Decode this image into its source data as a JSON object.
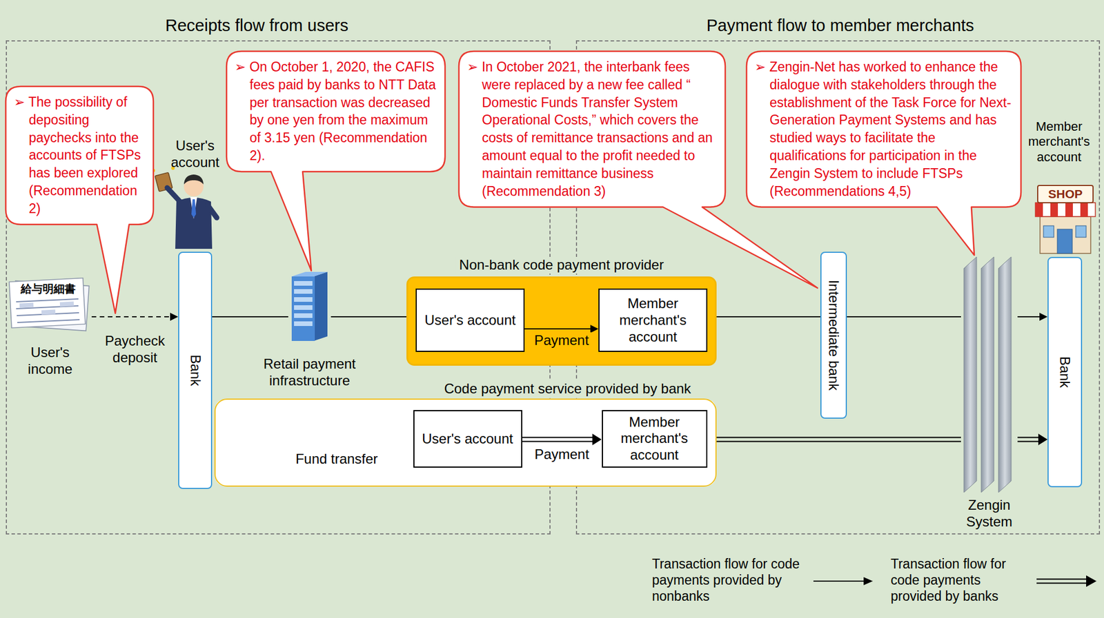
{
  "diagram": {
    "nodes": [
      {
        "text": [
          "Receipts flow from users"
        ]
      },
      {
        "text": [
          "Payment flow to member merchants"
        ]
      },
      {
        "text": [
          "➢ The possibility of depositing paychecks into the accounts of FTSPs has been explored (Recommendation 2)"
        ]
      },
      {
        "text": [
          "➢ On October 1, 2020, the CAFIS fees paid by banks to NTT Data per transaction was decreased by one yen from the maximum of 3.15 yen (Recommendation 2)."
        ]
      },
      {
        "text": [
          "➢ In October 2021, the interbank fees were replaced by a new fee called “ Domestic Funds Transfer System Operational Costs,” which covers the costs of remittance transactions and an amount equal to the profit needed to maintain remittance business (Recommendation 3)"
        ]
      },
      {
        "text": [
          "➢ Zengin-Net has worked to enhance the dialogue with stakeholders through the establishment of the Task Force for Next-Generation Payment Systems and has studied ways to facilitate the qualifications for participation in the Zengin System to include FTSPs (Recommendations 4,5)"
        ]
      },
      {
        "text": [
          "給与明細書",
          "User's income"
        ]
      },
      {
        "text": [
          "User's account",
          "Bank"
        ]
      },
      {
        "text": [
          "Retail payment infrastructure"
        ]
      },
      {
        "text": [
          "Non-bank code payment provider"
        ]
      },
      {
        "text": [
          "User's account"
        ],
        "in": 9
      },
      {
        "text": [
          "Member merchant's account"
        ],
        "in": 9
      },
      {
        "text": [
          "Code payment service provided by bank",
          "Fund transfer"
        ]
      },
      {
        "text": [
          "User's account"
        ],
        "in": 12
      },
      {
        "text": [
          "Member merchant's account"
        ],
        "in": 12
      },
      {
        "text": [
          "Intermediate bank"
        ]
      },
      {
        "text": [
          "Zengin System"
        ]
      },
      {
        "text": [
          "Member merchant's account",
          "Bank"
        ]
      }
    ],
    "edges": [
      {
        "from": 6,
        "to": 7,
        "label": "Paycheck deposit",
        "arrow": "to"
      },
      {
        "from": 7,
        "to": 8,
        "arrow": "none"
      },
      {
        "from": 8,
        "to": 9,
        "arrow": "none"
      },
      {
        "from": 10,
        "to": 11,
        "label": "Payment",
        "arrow": "to"
      },
      {
        "from": 9,
        "to": 15,
        "arrow": "none"
      },
      {
        "from": 15,
        "to": 16,
        "arrow": "none"
      },
      {
        "from": 16,
        "to": 17,
        "arrow": "to"
      },
      {
        "from": 13,
        "to": 14,
        "label": "Payment",
        "arrow": "to"
      },
      {
        "from": 12,
        "to": 16,
        "arrow": "none"
      },
      {
        "from": 16,
        "to": 17,
        "arrow": "to"
      }
    ],
    "labels": [
      "SHOP"
    ],
    "legend": [
      {
        "text": "Transaction flow for code payments provided by nonbanks"
      },
      {
        "text": "Transaction flow for code payments provided by banks"
      }
    ]
  }
}
